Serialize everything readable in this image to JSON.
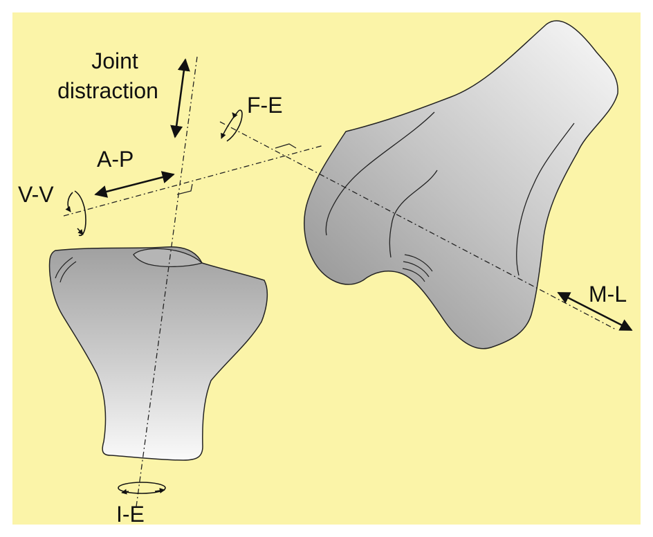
{
  "labels": {
    "joint_line1": "Joint",
    "joint_line2": "distraction",
    "fe": "F-E",
    "ap": "A-P",
    "vv": "V-V",
    "ml": "M-L",
    "ie": "I-E"
  },
  "colors": {
    "background": "#fbf4a8",
    "frame": "#ffffff",
    "bone_light": "#f4f4f4",
    "bone_dark": "#9e9e9e",
    "outline": "#222222"
  }
}
